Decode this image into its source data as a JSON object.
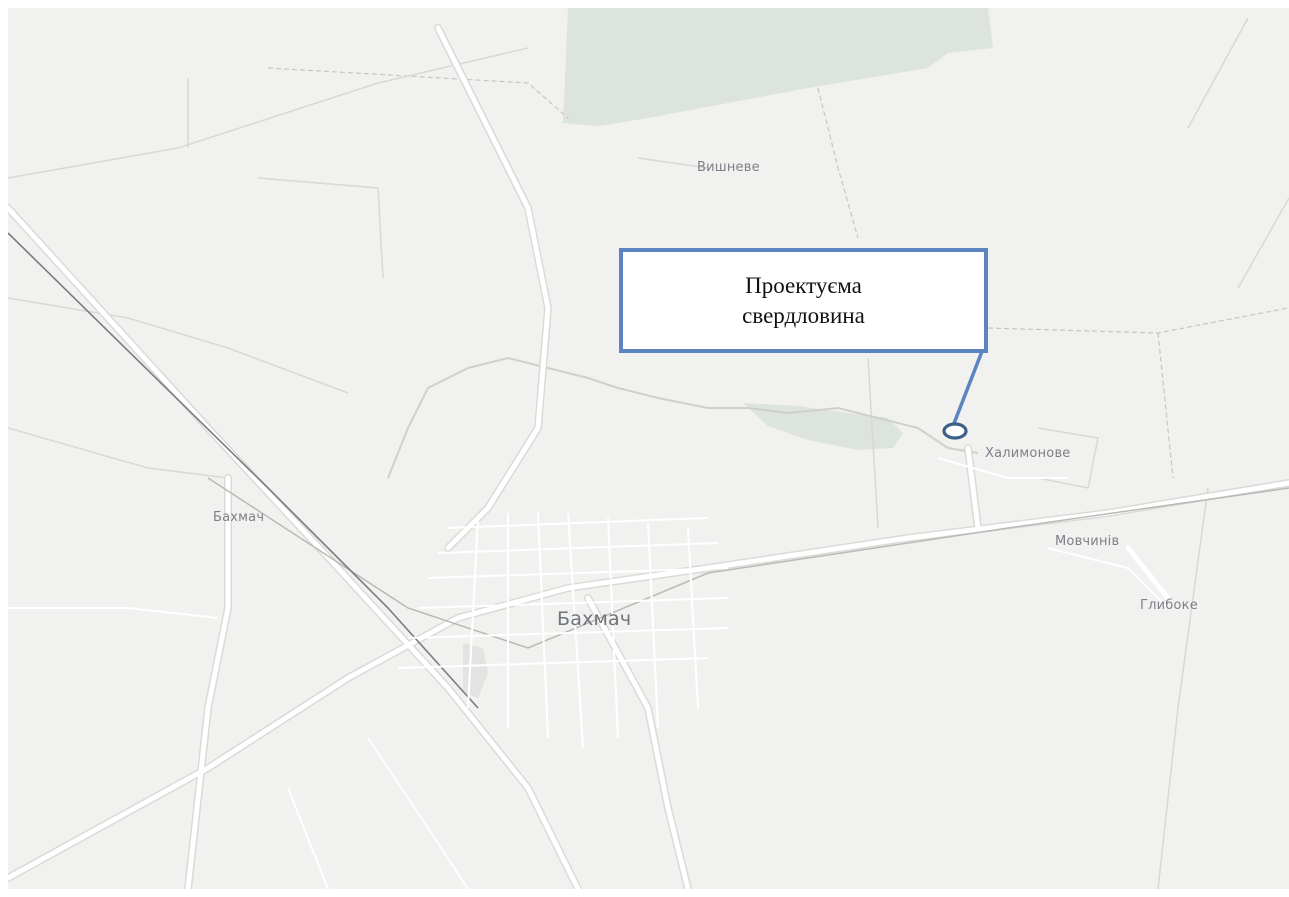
{
  "map": {
    "colors": {
      "land": "#f1f1ef",
      "road": "#ffffff",
      "road_casing": "#dadad7",
      "boundary": "#c3c3c0",
      "forest": "#dde3de",
      "label": "#7d8087",
      "callout_border": "#5b84c1",
      "well_marker": "#3e5f8a"
    },
    "places": {
      "vyshneve": "Вишневе",
      "khalymonove": "Халимонове",
      "movchyniv": "Мовчинів",
      "hlyboke": "Глибоке",
      "bakhmach_town": "Бахмач",
      "bakhmach_station": "Бахмач"
    },
    "callout": {
      "line1": "Проектуєма",
      "line2": "свердловина"
    },
    "well_marker_icon": "ellipse-marker-icon"
  }
}
